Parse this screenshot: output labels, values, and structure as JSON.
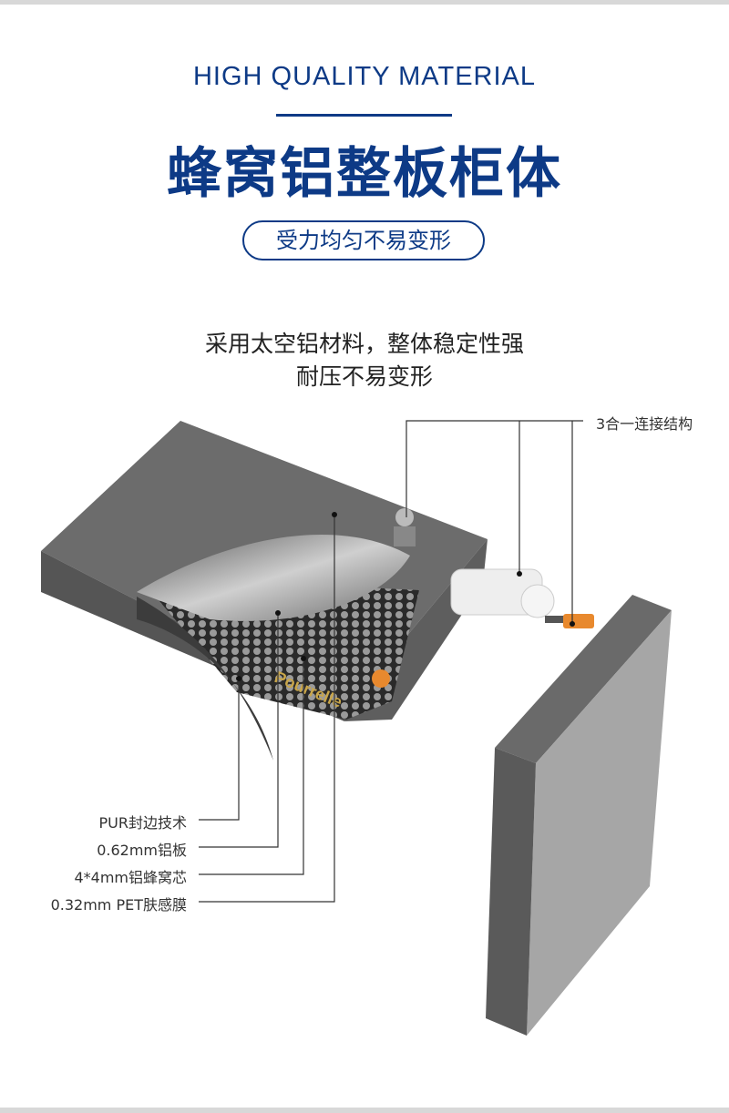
{
  "header": {
    "subtitle_en": "HIGH QUALITY MATERIAL",
    "title": "蜂窝铝整板柜体",
    "tagline": "受力均匀不易变形"
  },
  "description": {
    "line1": "采用太空铝材料，整体稳定性强",
    "line2": "耐压不易变形"
  },
  "callouts": {
    "connector": "3合一连接结构",
    "layers": [
      "PUR封边技术",
      "0.62mm铝板",
      "4*4mm铝蜂窝芯",
      "0.32mm PET肤感膜"
    ]
  },
  "logo_text": "Pourrelle",
  "colors": {
    "brand": "#0d3a86",
    "accent_orange": "#e8892e",
    "panel_gray": "#6e6e6e"
  }
}
